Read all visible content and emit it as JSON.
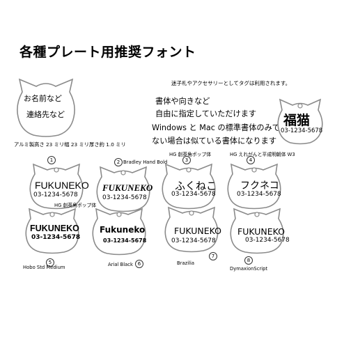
{
  "title": "各種プレート用推奨フォント",
  "usage_note": "迷子札やアクセサリーとしてタグは利用されます。",
  "sample_tag": {
    "line1": "お名前など",
    "line2": "連絡先など"
  },
  "spec": "アルミ製高さ 23 ミリ幅 23 ミリ厚さ約 1.0 ミリ",
  "free_font_note": [
    "書体や向きなど",
    "自由に指定していただけます",
    "Windows と Mac の標準書体のみで",
    "ない場合は似ている書体になります"
  ],
  "example_tag": {
    "name": "福猫",
    "number": "03-1234-5678"
  },
  "example_font_label": "HG えれがんと平成明朝体 W3",
  "tags": [
    {
      "index": "1",
      "font_label": "HG 創英角ポップ体",
      "name": "FUKUNEKO",
      "number": "03-1234-5678"
    },
    {
      "index": "2",
      "font_label": "Bradley Hand Bold",
      "name": "FUKUNEKO",
      "number": "03-1234-5678"
    },
    {
      "index": "3",
      "font_label": "HG 創英角ポップ体",
      "name": "ふくねこ",
      "number": "03-1234-5678"
    },
    {
      "index": "4",
      "font_label": "HG えれがんと平成明朝体 W3",
      "name": "フクネコ",
      "number": "03-1234-5678"
    },
    {
      "index": "5",
      "font_label": "Hobo Std Medium",
      "name": "FUKUNEKO",
      "number": "03-1234-5678"
    },
    {
      "index": "6",
      "font_label": "Arial Black",
      "name": "Fukuneko",
      "number": "03-1234-5678"
    },
    {
      "index": "7",
      "font_label": "Brazilia",
      "name": "FUKUNEKO",
      "number": "03-1234-5678"
    },
    {
      "index": "8",
      "font_label": "DymaxionScript",
      "name": "FUKUNEKO",
      "number": "03-1234-5678"
    }
  ]
}
